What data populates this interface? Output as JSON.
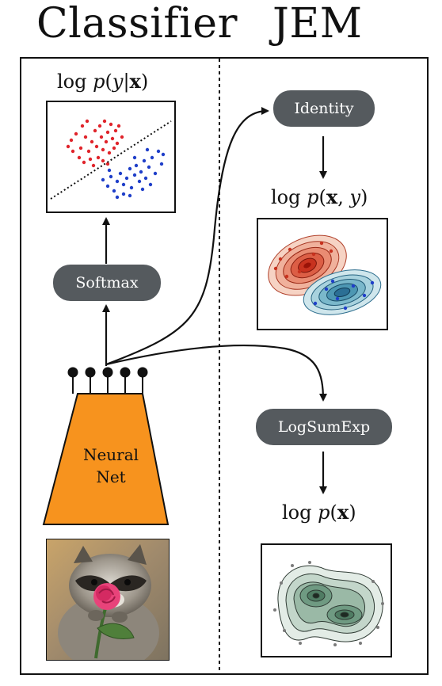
{
  "headers": {
    "left": "Classifier",
    "right": "JEM"
  },
  "formulas": {
    "classifier_output": "log p(y|x)",
    "joint": "log p(x, y)",
    "marginal": "log p(x)"
  },
  "nodes": {
    "softmax": "Softmax",
    "identity": "Identity",
    "logsumexp": "LogSumExp",
    "network": "Neural Net"
  },
  "colors": {
    "network_fill": "#f7931e",
    "pill_fill": "#555a5e",
    "class_a": "#e0242b",
    "class_b": "#1f3fc9",
    "marginal_fill": "#4f7c63"
  },
  "input_image": {
    "subject": "raccoon holding a pink rose"
  }
}
